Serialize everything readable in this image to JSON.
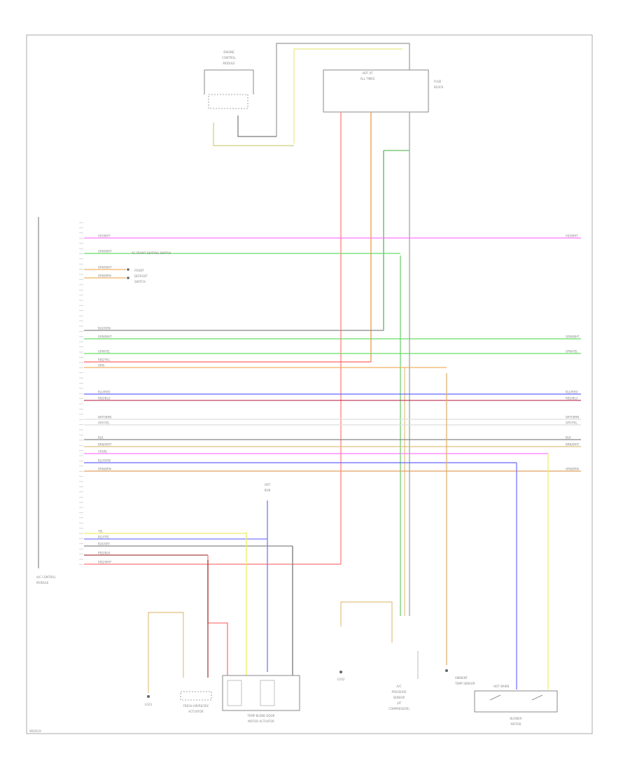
{
  "modules": {
    "main_label": [
      "A/C CONTROL",
      "MODULE"
    ],
    "engine_ctrl": [
      "ENGINE",
      "CONTROL",
      "MODULE"
    ],
    "fuse_top": [
      "HOT AT",
      "ALL TIMES"
    ],
    "fuse_right": [
      "FUSE",
      "BLOCK"
    ],
    "hot_label": [
      "HOT",
      "RUN"
    ],
    "vent_dist": [
      "FRESH AIR/RECIRC",
      "ACTUATOR"
    ],
    "blend_motor": [
      "TEMP BLEND DOOR",
      "MOTOR ACTUATOR"
    ],
    "pressure_sensor": [
      "A/C",
      "PRESSURE",
      "SENSOR",
      "(AT",
      "COMPRESSOR)"
    ],
    "ambient_sensor": [
      "AMBIENT",
      "TEMP SENSOR"
    ],
    "blower": [
      "BLOWER",
      "MOTOR"
    ],
    "right_switch": [
      "HOT WHEN"
    ],
    "front_label": [
      "FRONT",
      "DEFROST",
      "SWITCH"
    ],
    "ac_note": "AC FRONT HEATING SWITCH",
    "ground": "G101",
    "ground2": "G102",
    "page_ref": "W02019"
  },
  "left_wires": [
    {
      "label": "VIO/WHT",
      "color": "#ff77ff"
    },
    {
      "label": "GRN/WHT",
      "color": "#66dd66"
    },
    {
      "label": "ORN/WHT",
      "color": "#f0b060"
    },
    {
      "label": "ORN/BRN",
      "color": "#f0b060"
    },
    {
      "label": "BLK/GRN",
      "color": "#888888"
    },
    {
      "label": "GRN/WHT",
      "color": "#66dd66"
    },
    {
      "label": "GRN/YEL",
      "color": "#66dd66"
    },
    {
      "label": "RED/YEL",
      "color": "#ff6666"
    },
    {
      "label": "ORN",
      "color": "#f0b060"
    },
    {
      "label": "BLU/RED",
      "color": "#6666ff"
    },
    {
      "label": "RED/BLU",
      "color": "#c04060"
    },
    {
      "label": "WHT/BRN",
      "color": "#dddddd"
    },
    {
      "label": "GRY/YEL",
      "color": "#dddddd"
    },
    {
      "label": "BLK",
      "color": "#888888"
    },
    {
      "label": "BRN/WHT",
      "color": "#e0c080"
    },
    {
      "label": "VIO/BL",
      "color": "#ff77ff"
    },
    {
      "label": "BLU/GRN",
      "color": "#6666ff"
    },
    {
      "label": "ORN/BRN",
      "color": "#e0a060"
    }
  ],
  "right_labels": [
    "VIO/WHT",
    "GRN/WHT",
    "GRN/YEL",
    "BLU/RED",
    "RED/BLU",
    "WHT/BRN",
    "GRY/YEL",
    "BLK",
    "BRN/WHT",
    "ORN/BRN"
  ],
  "bottom_wires": [
    "YEL",
    "BLU/YEL",
    "BLK/GRY",
    "RED/BLK",
    "RED/WHT"
  ],
  "colors": {
    "red": "#ff7777",
    "orange": "#f0a050",
    "green": "#66cc66",
    "gray": "#999999",
    "yellow": "#eeee66",
    "blue": "#7777ff",
    "pink": "#ff88ff",
    "black": "#555555"
  }
}
